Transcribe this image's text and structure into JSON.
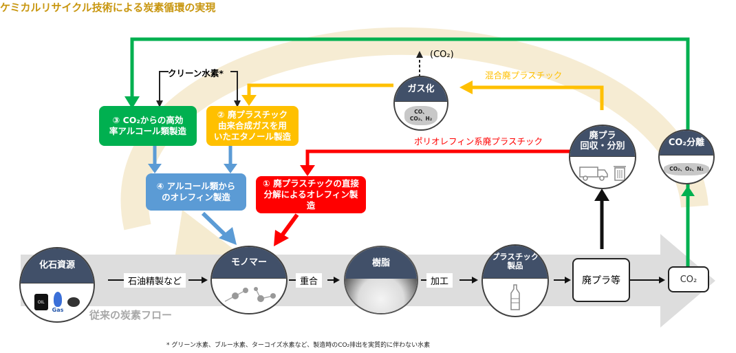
{
  "title": "ケミカルリサイクル技術による炭素循環の実現",
  "colors": {
    "title": "#c8960f",
    "green": "#00b050",
    "yellow": "#ffc000",
    "red": "#ff0000",
    "blue": "#5b9bd5",
    "navy": "#415069",
    "gray_flow": "#d9d9d9"
  },
  "hydrogen_label": "クリーン水素*",
  "processes": {
    "p3": {
      "num": "③",
      "line1": "CO₂からの高効",
      "line2": "率アルコール類製造"
    },
    "p2": {
      "num": "②",
      "line1": "廃プラスチック",
      "line2": "由来合成ガスを用",
      "line3": "いたエタノール製造"
    },
    "p4": {
      "num": "④",
      "line1": "アルコール類から",
      "line2": "のオレフィン製造"
    },
    "p1": {
      "num": "①",
      "line1": "廃プラスチックの直接",
      "line2": "分解によるオレフィン製造"
    }
  },
  "gasification": {
    "title": "ガス化",
    "cloud_line1": "CO、",
    "cloud_line2": "CO₂、H₂",
    "co2_emission": "(CO₂)"
  },
  "waste_collection": {
    "line1": "廃プラ",
    "line2": "回収・分別",
    "icons": [
      "truck-icon",
      "trash-can-icon"
    ]
  },
  "co2_separation": {
    "title": "CO₂分離",
    "cloud": "CO₂、O₂、N₂"
  },
  "flow_labels": {
    "mixed_plastic": "混合廃プラスチック",
    "polyolefin_plastic": "ポリオレフィン系廃プラスチック"
  },
  "conventional_flow": {
    "label": "従来の炭素フロー",
    "nodes": [
      {
        "name": "化石資源",
        "icon": "fossil-resources-icon",
        "gas_label": "Gas",
        "oil_label": "OIL"
      },
      {
        "name": "モノマー",
        "icon": "molecule-icon"
      },
      {
        "name": "樹脂",
        "icon": "resin-pellets-icon"
      },
      {
        "name": "プラスチック製品",
        "line1": "プラスチック",
        "line2": "製品",
        "icon": "bottle-icon"
      },
      {
        "name": "廃プラ等"
      },
      {
        "name": "CO₂"
      }
    ],
    "steps": [
      "石油精製など",
      "重合",
      "加工"
    ]
  },
  "footnote": "* グリーン水素、ブルー水素、ターコイズ水素など、製造時のCO₂排出を実質的に伴わない水素"
}
